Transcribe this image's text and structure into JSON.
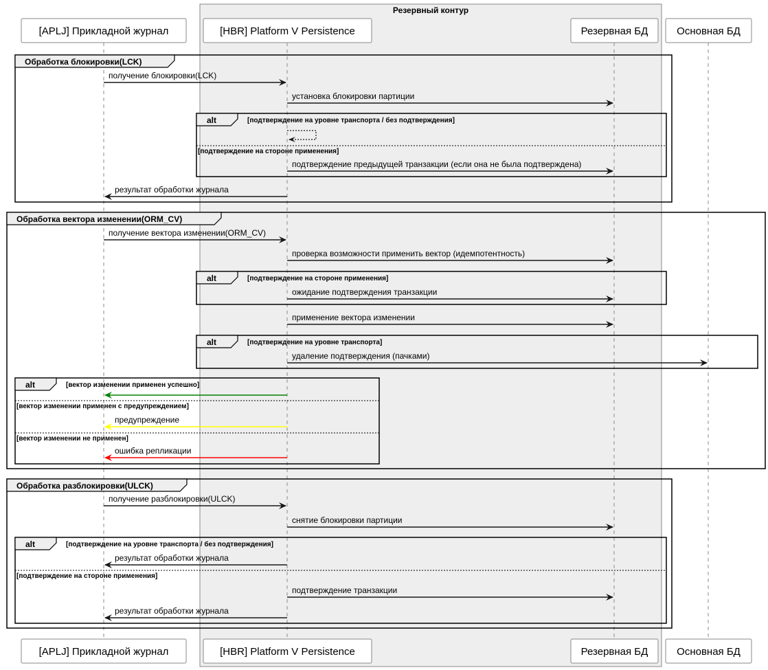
{
  "box": {
    "title": "Резервный контур",
    "fill": "#eeeeee"
  },
  "participants": [
    {
      "id": "aplj",
      "label": "[APLJ] Прикладной журнал"
    },
    {
      "id": "hbr",
      "label": "[HBR] Platform V Persistence"
    },
    {
      "id": "rez",
      "label": "Резервная БД"
    },
    {
      "id": "osn",
      "label": "Основная БД"
    }
  ],
  "groups": [
    {
      "label": "Обработка блокировки(LCK)"
    },
    {
      "label": "Обработка вектора изменении(ORM_CV)"
    },
    {
      "label": "Обработка разблокировки(ULCK)"
    }
  ],
  "alts": [
    {
      "label": "alt",
      "conditions": [
        "[подтверждение на уровне транспорта / без подтверждения]",
        "[подтверждение на стороне применения]"
      ]
    },
    {
      "label": "alt",
      "conditions": [
        "[подтверждение на стороне применения]"
      ]
    },
    {
      "label": "alt",
      "conditions": [
        "[подтверждение на уровне транспорта]"
      ]
    },
    {
      "label": "alt",
      "conditions": [
        "[вектор изменении применен успешно]",
        "[вектор изменении применен с предупреждением]",
        "[вектор изменении не применен]"
      ]
    },
    {
      "label": "alt",
      "conditions": [
        "[подтверждение на уровне транспорта / без подтверждения]",
        "[подтверждение на стороне применения]"
      ]
    }
  ],
  "messages": [
    {
      "from": "aplj",
      "to": "hbr",
      "label": "получение блокировки(LCK)",
      "color": "#181818"
    },
    {
      "from": "hbr",
      "to": "rez",
      "label": "установка блокировки партиции",
      "color": "#181818"
    },
    {
      "from": "hbr",
      "to": "hbr",
      "label": "",
      "color": "#181818",
      "dashed": true
    },
    {
      "from": "hbr",
      "to": "rez",
      "label": "подтверждение предыдущей транзакции (если она не была подтверждена)",
      "color": "#181818"
    },
    {
      "from": "hbr",
      "to": "aplj",
      "label": "результат обработки журнала",
      "color": "#181818"
    },
    {
      "from": "aplj",
      "to": "hbr",
      "label": "получение вектора изменении(ORM_CV)",
      "color": "#181818"
    },
    {
      "from": "hbr",
      "to": "rez",
      "label": "проверка возможности применить вектор (идемпотентность)",
      "color": "#181818"
    },
    {
      "from": "hbr",
      "to": "rez",
      "label": "ожидание подтверждения транзакции",
      "color": "#181818"
    },
    {
      "from": "hbr",
      "to": "rez",
      "label": "применение вектора изменении",
      "color": "#181818"
    },
    {
      "from": "hbr",
      "to": "osn",
      "label": "удаление подтверждения (пачками)",
      "color": "#181818"
    },
    {
      "from": "hbr",
      "to": "aplj",
      "label": "",
      "color": "#008000"
    },
    {
      "from": "hbr",
      "to": "aplj",
      "label": "предупреждение",
      "color": "#ffff00"
    },
    {
      "from": "hbr",
      "to": "aplj",
      "label": "ошибка репликации",
      "color": "#ff0000"
    },
    {
      "from": "aplj",
      "to": "hbr",
      "label": "получение разблокировки(ULCK)",
      "color": "#181818"
    },
    {
      "from": "hbr",
      "to": "rez",
      "label": "снятие блокировки партиции",
      "color": "#181818"
    },
    {
      "from": "hbr",
      "to": "aplj",
      "label": "результат обработки журнала",
      "color": "#181818"
    },
    {
      "from": "hbr",
      "to": "rez",
      "label": "подтверждение транзакции",
      "color": "#181818"
    },
    {
      "from": "hbr",
      "to": "aplj",
      "label": "результат обработки журнала",
      "color": "#181818"
    }
  ]
}
